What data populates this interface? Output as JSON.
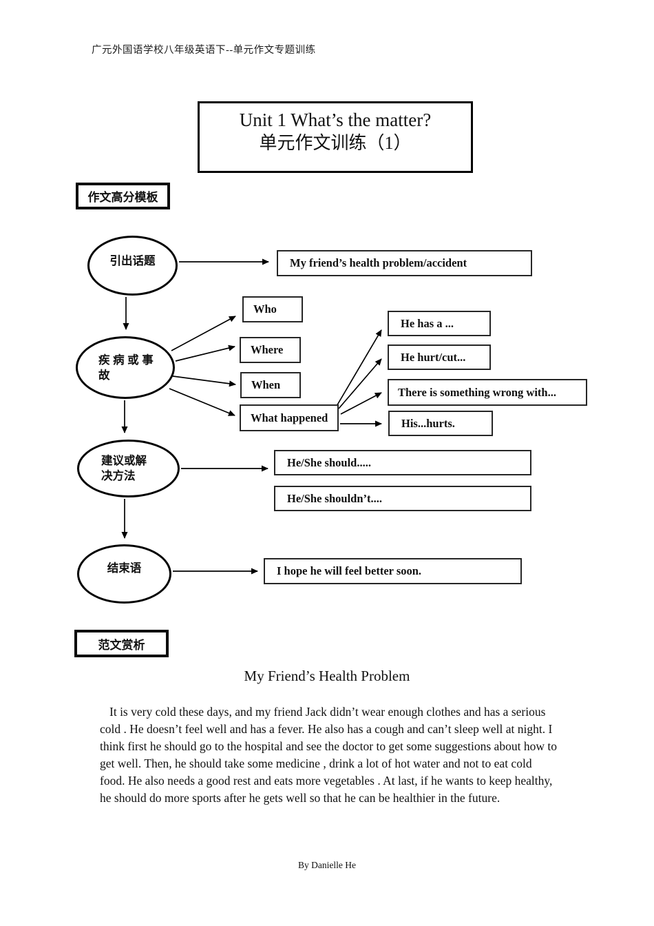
{
  "page": {
    "header": "广元外国语学校八年级英语下--单元作文专题训练",
    "footer": "By Danielle He"
  },
  "title_box": {
    "line_en": "Unit 1 What’s the matter?",
    "line_cn": "单元作文训练（1）"
  },
  "section_labels": {
    "template": "作文高分模板",
    "sample": "范文赏析"
  },
  "flowchart": {
    "ellipse_topic": "引出话题",
    "ellipse_illness_line1": "疾 病 或 事",
    "ellipse_illness_line2": "故",
    "ellipse_advice_line1": "建议或解",
    "ellipse_advice_line2": "决方法",
    "ellipse_ending": "结束语",
    "box_topic": "My friend’s health problem/accident",
    "box_who": "Who",
    "box_where": "Where",
    "box_when": "When",
    "box_what": "What happened",
    "box_has": "He has a ...",
    "box_hurt": "He hurt/cut...",
    "box_wrong": "There is something wrong with...",
    "box_hurts": "His...hurts.",
    "box_should": "He/She should.....",
    "box_shouldnt": "He/She shouldn’t....",
    "box_hope": "I hope he will feel better soon."
  },
  "essay": {
    "title": "My Friend’s Health Problem",
    "body": "It is very cold these days, and my friend Jack didn’t wear enough clothes and has a serious cold . He doesn’t feel well and has a fever. He also has a cough and can’t sleep well at night. I think first he should go to the hospital and see the doctor to get some suggestions about how to get well. Then, he should take some medicine , drink a lot of hot water and not to eat cold food. He also needs a good rest and eats more vegetables . At last, if he wants to keep healthy, he should do more sports after he gets well so that he can be healthier in the future."
  },
  "colors": {
    "ink": "#111111",
    "border_box": "#262626",
    "border_ellipse": "#000000"
  }
}
